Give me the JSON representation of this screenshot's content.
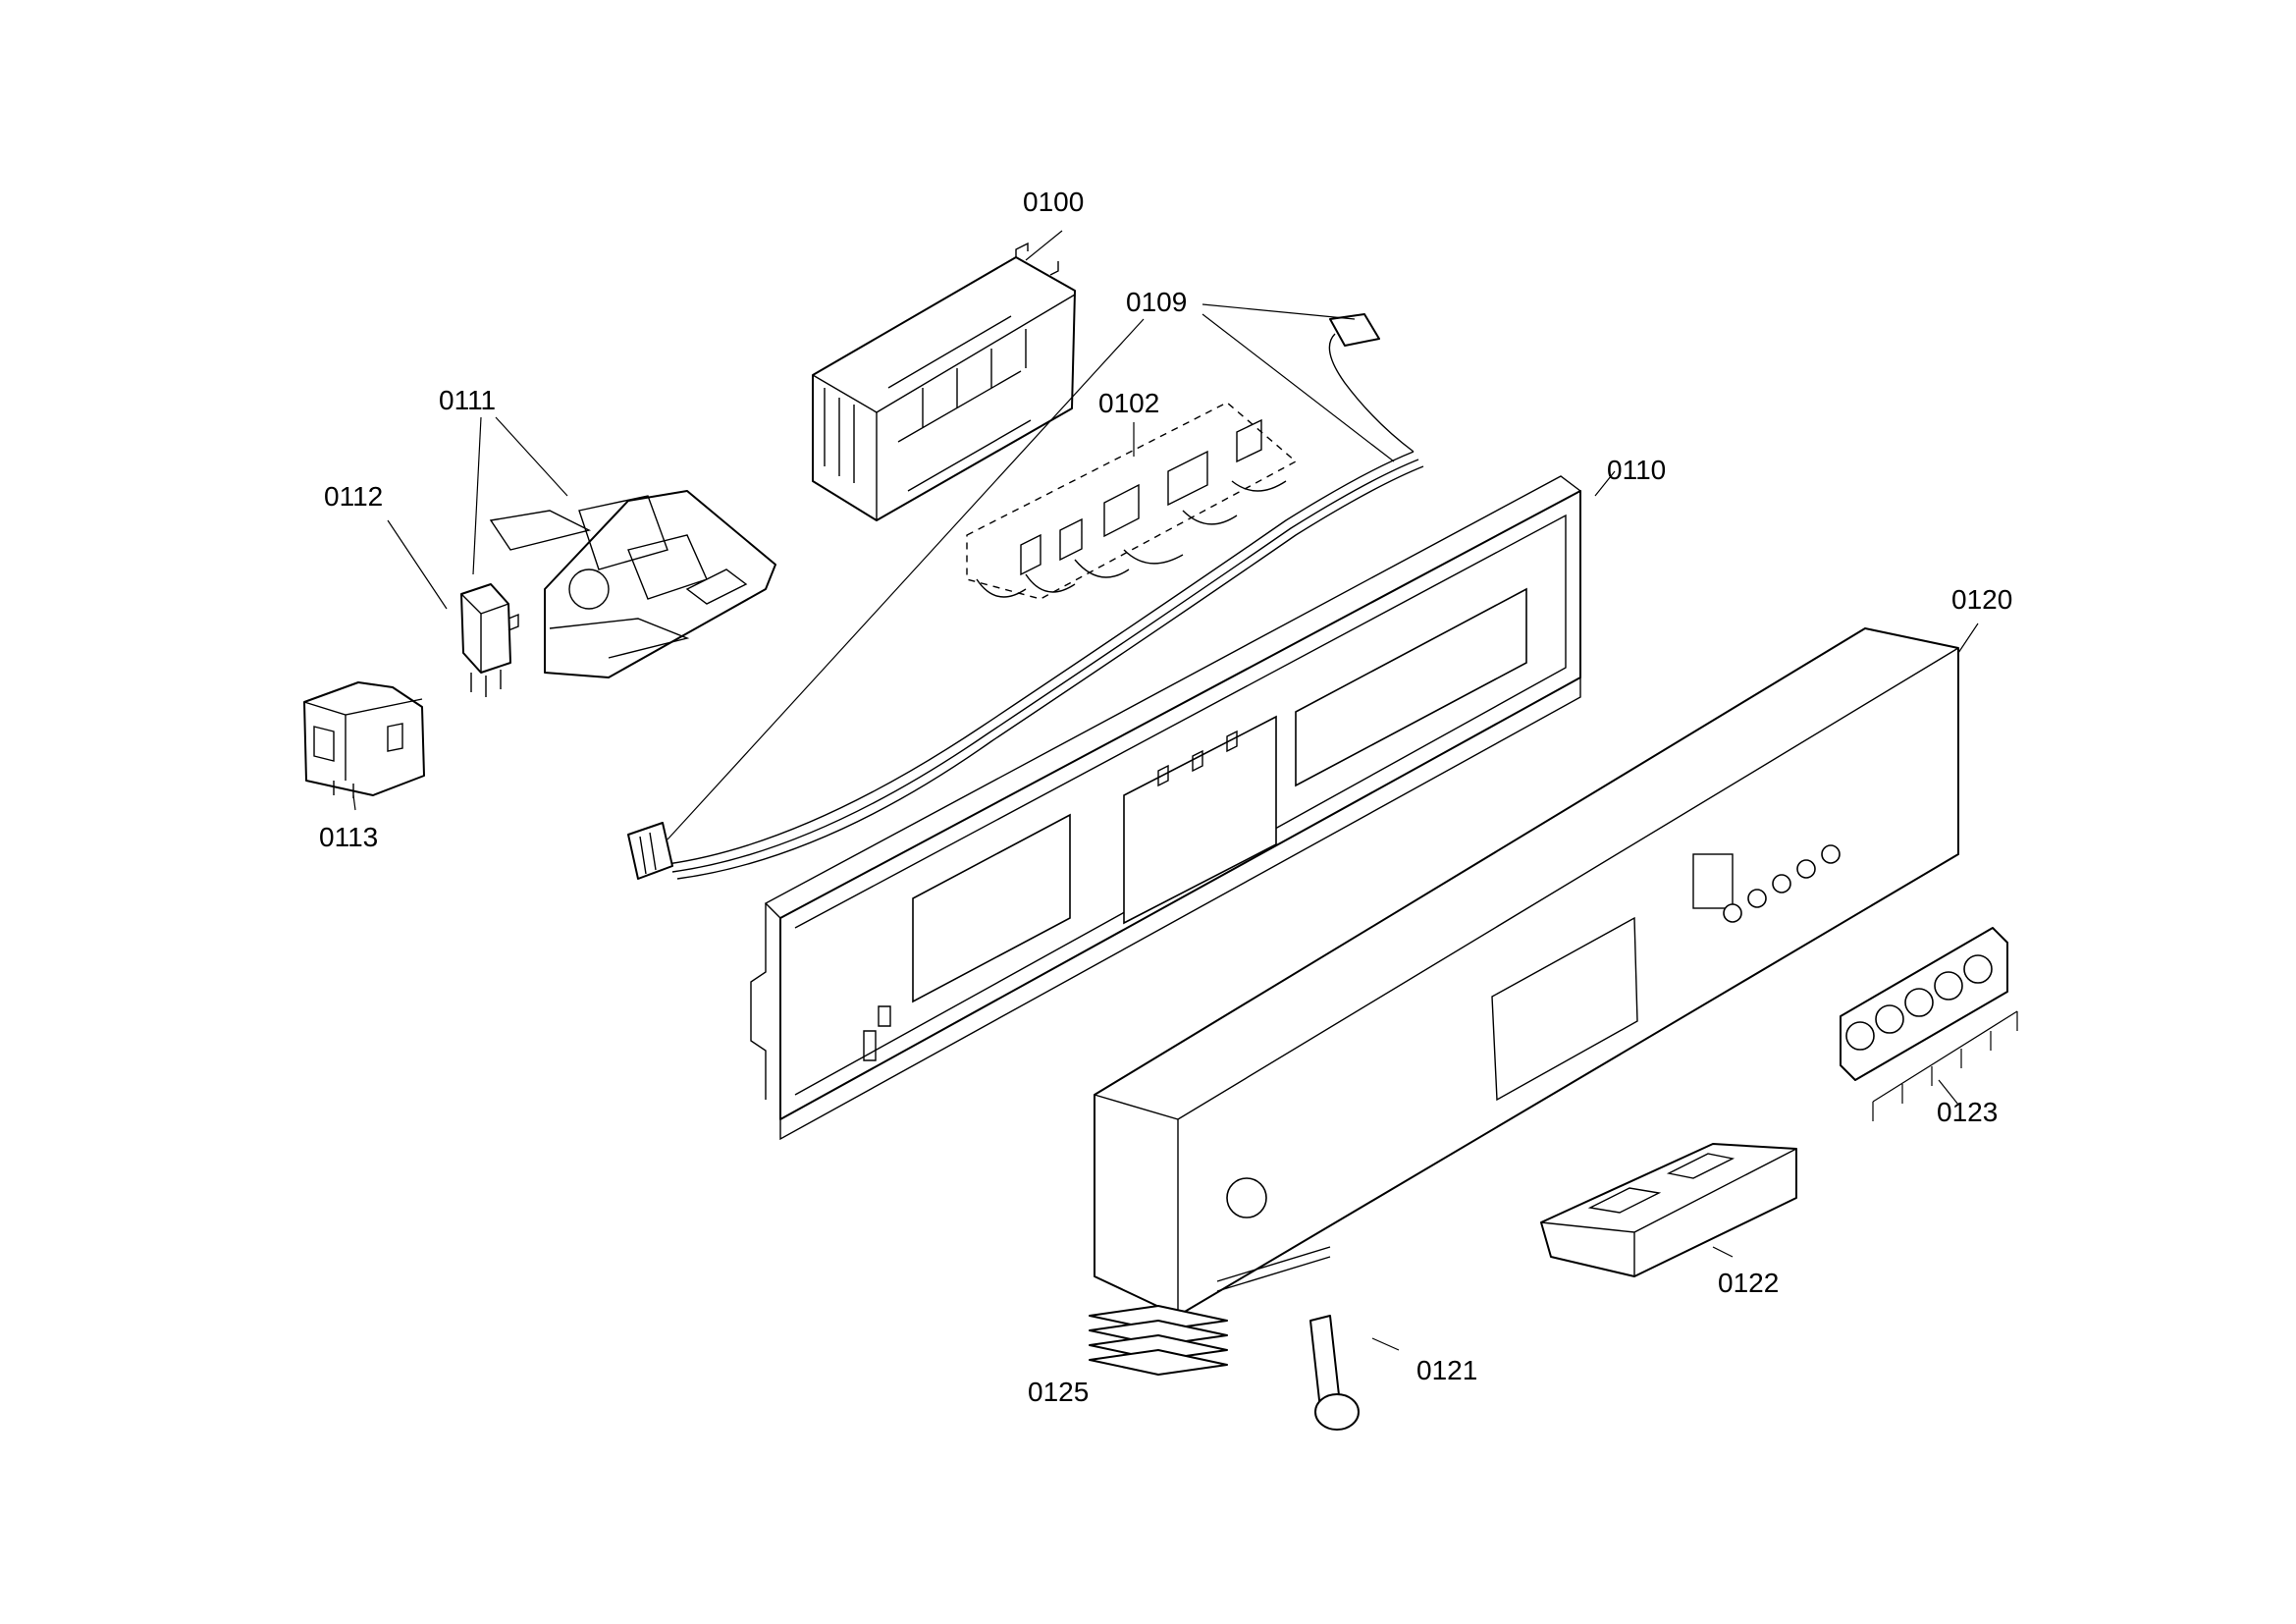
{
  "parts": [
    {
      "id": "0100",
      "label": "0100"
    },
    {
      "id": "0102",
      "label": "0102"
    },
    {
      "id": "0109",
      "label": "0109"
    },
    {
      "id": "0110",
      "label": "0110"
    },
    {
      "id": "0111",
      "label": "0111"
    },
    {
      "id": "0112",
      "label": "0112"
    },
    {
      "id": "0113",
      "label": "0113"
    },
    {
      "id": "0120",
      "label": "0120"
    },
    {
      "id": "0121",
      "label": "0121"
    },
    {
      "id": "0122",
      "label": "0122"
    },
    {
      "id": "0123",
      "label": "0123"
    },
    {
      "id": "0125",
      "label": "0125"
    }
  ],
  "colors": {
    "line": "#000000",
    "background": "#ffffff"
  }
}
